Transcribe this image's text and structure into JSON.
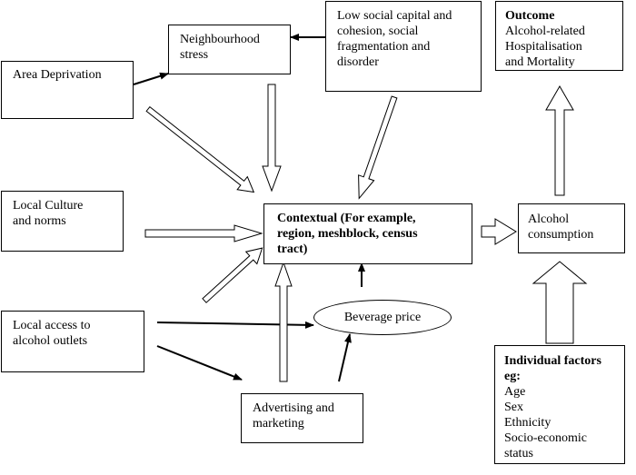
{
  "nodes": {
    "area_deprivation": {
      "text": "Area Deprivation"
    },
    "neighbourhood_stress": {
      "text": "Neighbourhood\nstress"
    },
    "low_social_capital": {
      "text": "Low social capital and\ncohesion, social\nfragmentation and\ndisorder"
    },
    "outcome": {
      "title": "Outcome",
      "text": "Alcohol-related\nHospitalisation\nand Mortality"
    },
    "local_culture": {
      "text": "Local Culture\nand norms"
    },
    "contextual": {
      "text": "Contextual (For example,\nregion, meshblock, census\ntract)"
    },
    "alcohol_consumption": {
      "text": "Alcohol\nconsumption"
    },
    "local_access": {
      "text": "Local access to\nalcohol outlets"
    },
    "beverage_price": {
      "text": "Beverage price"
    },
    "advertising": {
      "text": "Advertising and\nmarketing"
    },
    "individual_factors": {
      "title": "Individual factors\neg:",
      "text": "Age\nSex\nEthnicity\nSocio-economic\nstatus"
    }
  }
}
